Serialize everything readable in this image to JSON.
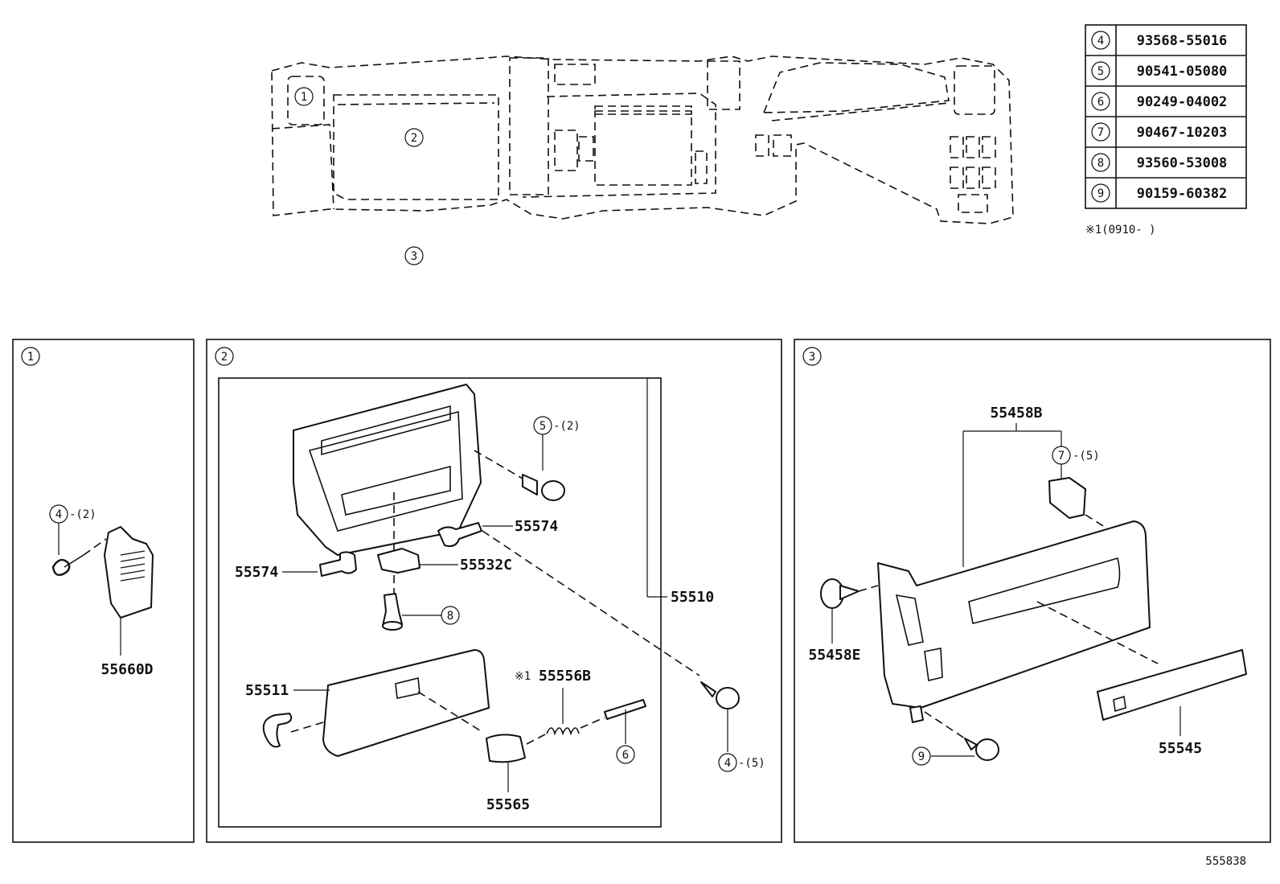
{
  "parts_table": {
    "rows": [
      {
        "ref": "4",
        "part_no": "93568-55016"
      },
      {
        "ref": "5",
        "part_no": "90541-05080"
      },
      {
        "ref": "6",
        "part_no": "90249-04002"
      },
      {
        "ref": "7",
        "part_no": "90467-10203"
      },
      {
        "ref": "8",
        "part_no": "93560-53008"
      },
      {
        "ref": "9",
        "part_no": "90159-60382"
      }
    ],
    "note": "※1(0910-    )"
  },
  "overview": {
    "callout_1": "1",
    "callout_2": "2",
    "callout_3": "3"
  },
  "panel1": {
    "title_ref": "1",
    "screw_ref": "4",
    "screw_qty": "-(2)",
    "part_label": "55660D"
  },
  "panel2": {
    "title_ref": "2",
    "ref5": "5",
    "ref5_qty": "-(2)",
    "label_55574_right": "55574",
    "label_55574_left": "55574",
    "label_55532C": "55532C",
    "label_55510": "55510",
    "ref8": "8",
    "label_55511": "55511",
    "note_mark": "※1",
    "label_55556B": "55556B",
    "ref6": "6",
    "label_55565": "55565",
    "ref4": "4",
    "ref4_qty": "-(5)"
  },
  "panel3": {
    "title_ref": "3",
    "label_55458B": "55458B",
    "ref7": "7",
    "ref7_qty": "-(5)",
    "label_55458E": "55458E",
    "ref9": "9",
    "label_55545": "55545"
  },
  "figure_id": "555838"
}
